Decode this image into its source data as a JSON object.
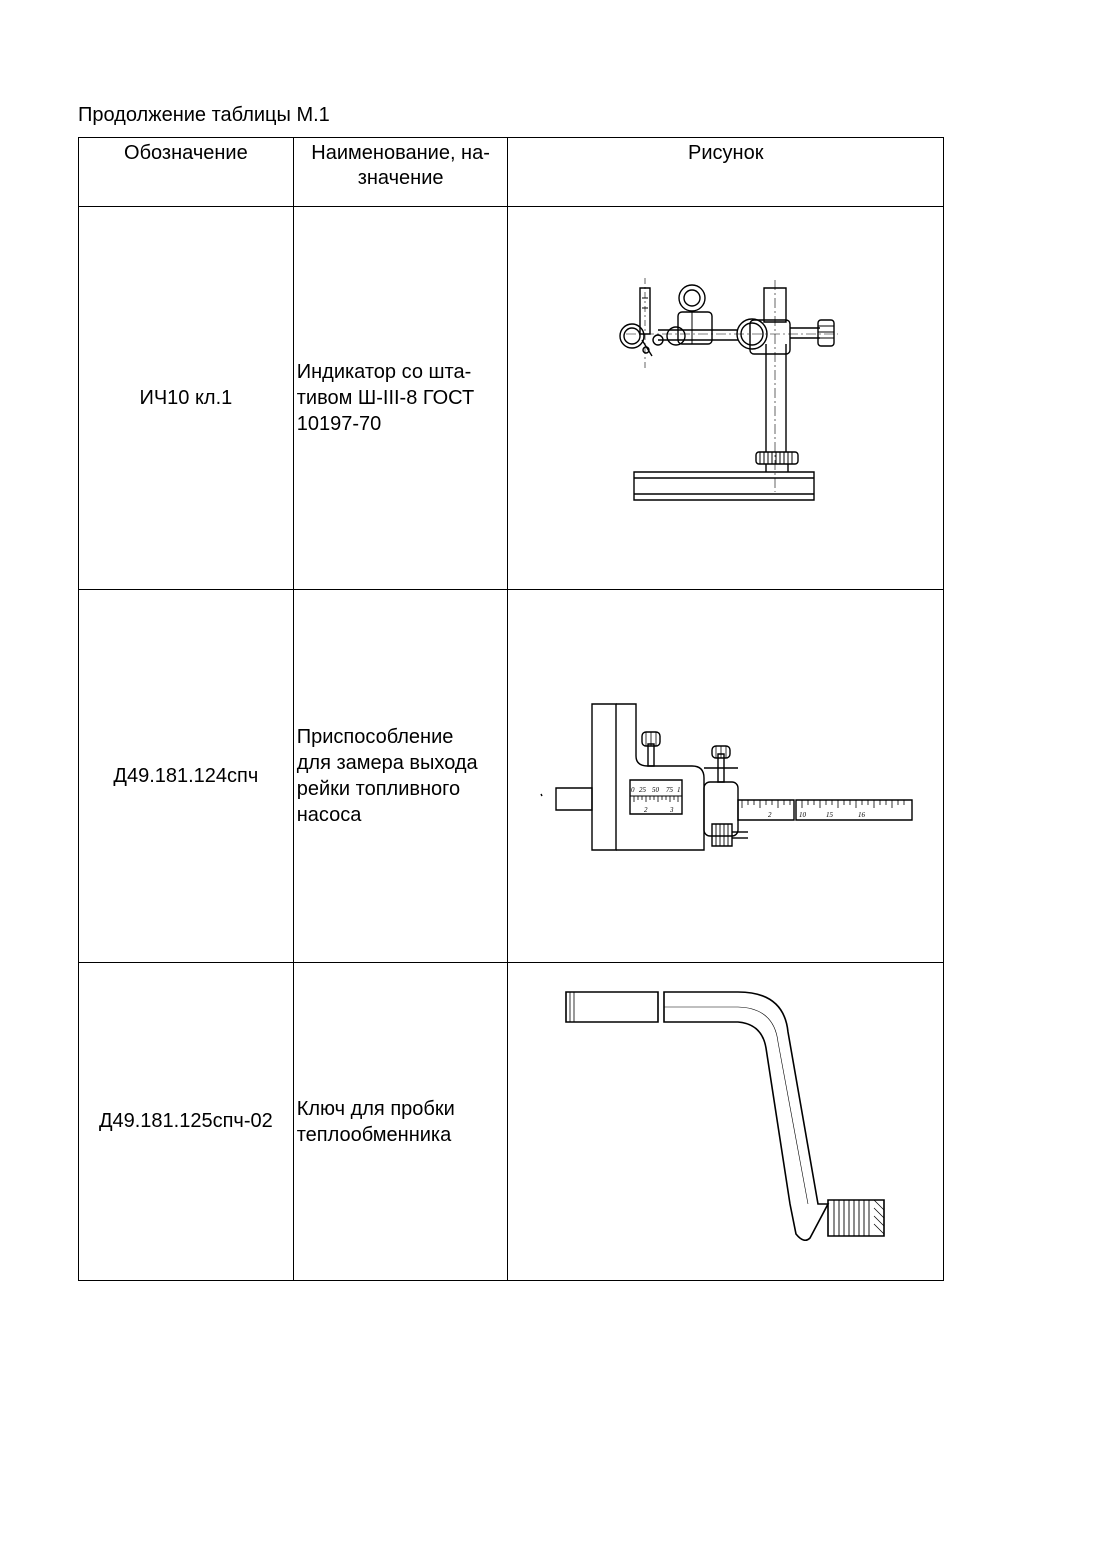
{
  "caption": "Продолжение таблицы М.1",
  "header": {
    "designation": "Обозначение",
    "name": "Наименование, на-\nзначение",
    "picture": "Рисунок"
  },
  "rows": [
    {
      "designation": "ИЧ10 кл.1",
      "name": "Индикатор со шта-\nтивом Ш-III-8 ГОСТ\n10197-70",
      "figure": "indicator-stand"
    },
    {
      "designation": "Д49.181.124спч",
      "name": "Приспособление\nдля замера выхода\nрейки топливного\nнасоса",
      "figure": "rack-gauge",
      "scale_labels": {
        "vernier_top": [
          "0",
          "25",
          "50",
          "75",
          "1"
        ],
        "vernier_bottom": [
          "2",
          "3"
        ],
        "ruler": [
          "2",
          "10",
          "15",
          "16"
        ]
      }
    },
    {
      "designation": "Д49.181.125спч-02",
      "name": "Ключ для пробки\nтеплообменника",
      "figure": "plug-wrench"
    }
  ]
}
